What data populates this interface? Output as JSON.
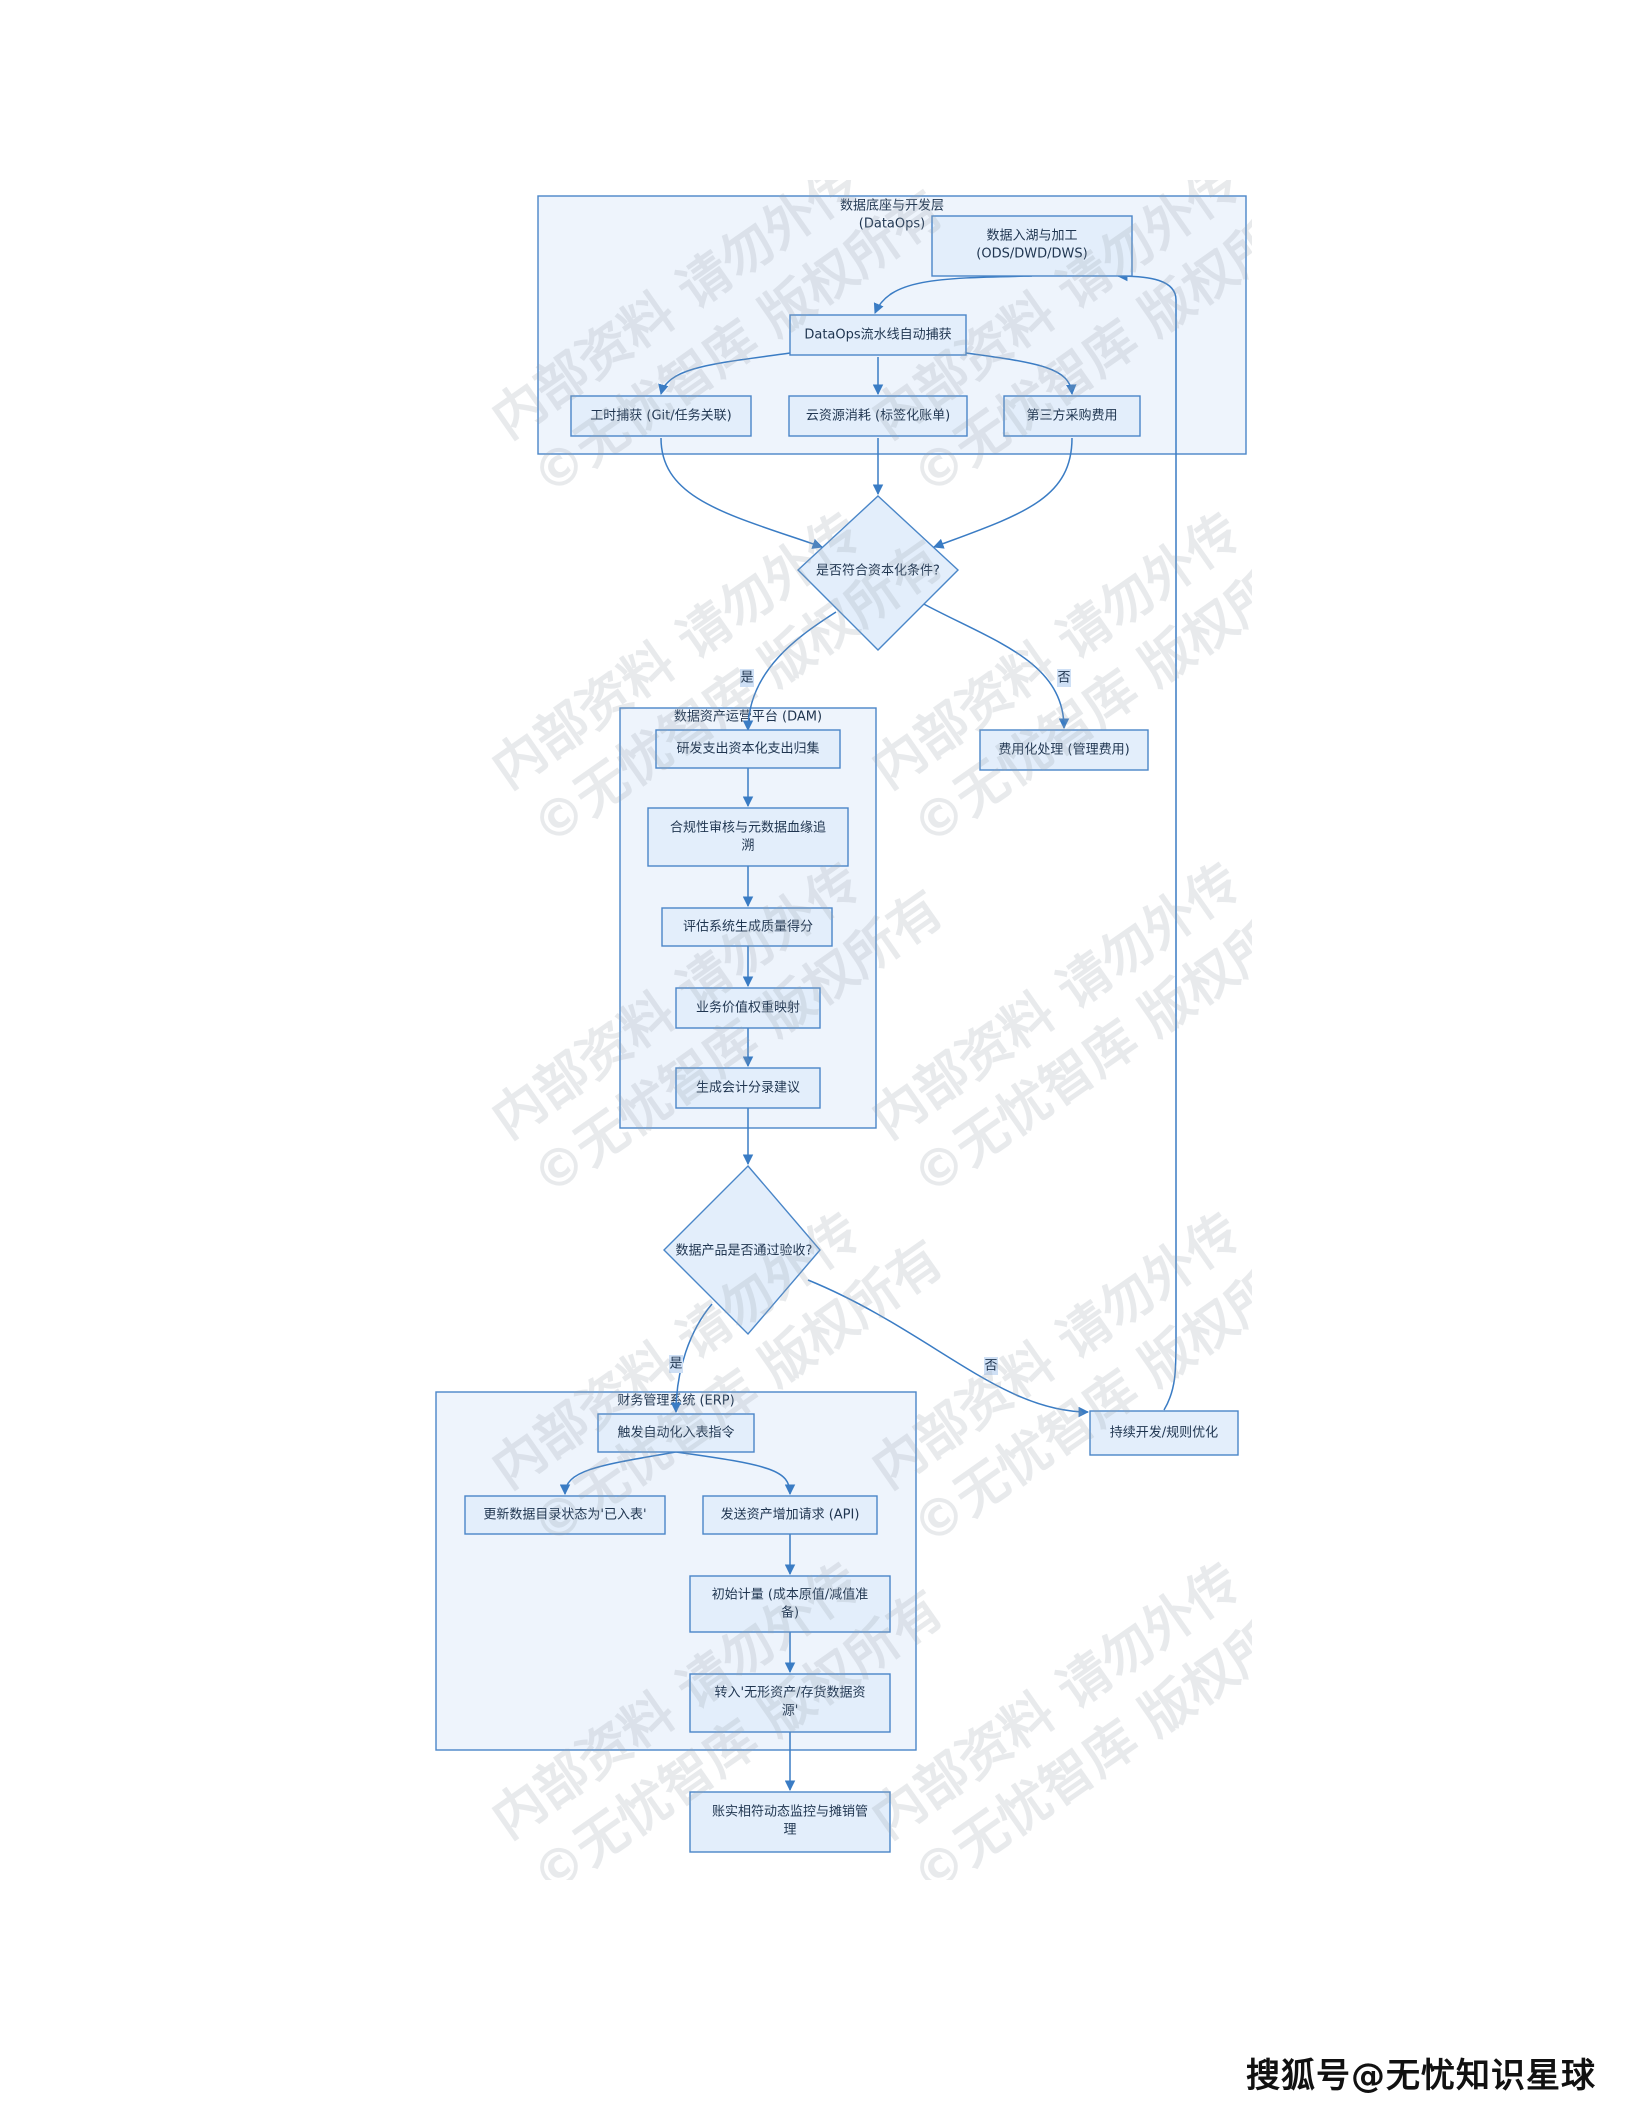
{
  "clusters": {
    "dataops": {
      "title": "数据底座与开发层",
      "subtitle": "(DataOps)"
    },
    "dam": {
      "title": "数据资产运营平台 (DAM)"
    },
    "erp": {
      "title": "财务管理系统 (ERP)"
    }
  },
  "nodes": {
    "lake": [
      "数据入湖与加工",
      "(ODS/DWD/DWS)"
    ],
    "capture": [
      "DataOps流水线自动捕获"
    ],
    "labor": [
      "工时捕获 (Git/任务关联)"
    ],
    "cloud": [
      "云资源消耗 (标签化账单)"
    ],
    "thirdparty": [
      "第三方采购费用"
    ],
    "decision1": [
      "是否符合资本化条件?"
    ],
    "expense": [
      "费用化处理 (管理费用)"
    ],
    "collect": [
      "研发支出资本化支出归集"
    ],
    "compliance": [
      "合规性审核与元数据血缘追",
      "溯"
    ],
    "quality": [
      "评估系统生成质量得分"
    ],
    "value": [
      "业务价值权重映射"
    ],
    "entry": [
      "生成会计分录建议"
    ],
    "decision2": [
      "数据产品是否通过验收?"
    ],
    "optimize": [
      "持续开发/规则优化"
    ],
    "trigger": [
      "触发自动化入表指令"
    ],
    "catalog": [
      "更新数据目录状态为'已入表'"
    ],
    "api": [
      "发送资产增加请求 (API)"
    ],
    "measure": [
      "初始计量 (成本原值/减值准",
      "备)"
    ],
    "transfer": [
      "转入'无形资产/存货数据资",
      "源'"
    ],
    "monitor": [
      "账实相符动态监控与摊销管",
      "理"
    ]
  },
  "edge_labels": {
    "d1_yes": "是",
    "d1_no": "否",
    "d2_yes": "是",
    "d2_no": "否"
  },
  "watermark": {
    "line1": "内部资料 请勿外传",
    "line2": "©无忧智库 版权所有"
  },
  "footer": "搜狐号@无忧知识星球"
}
